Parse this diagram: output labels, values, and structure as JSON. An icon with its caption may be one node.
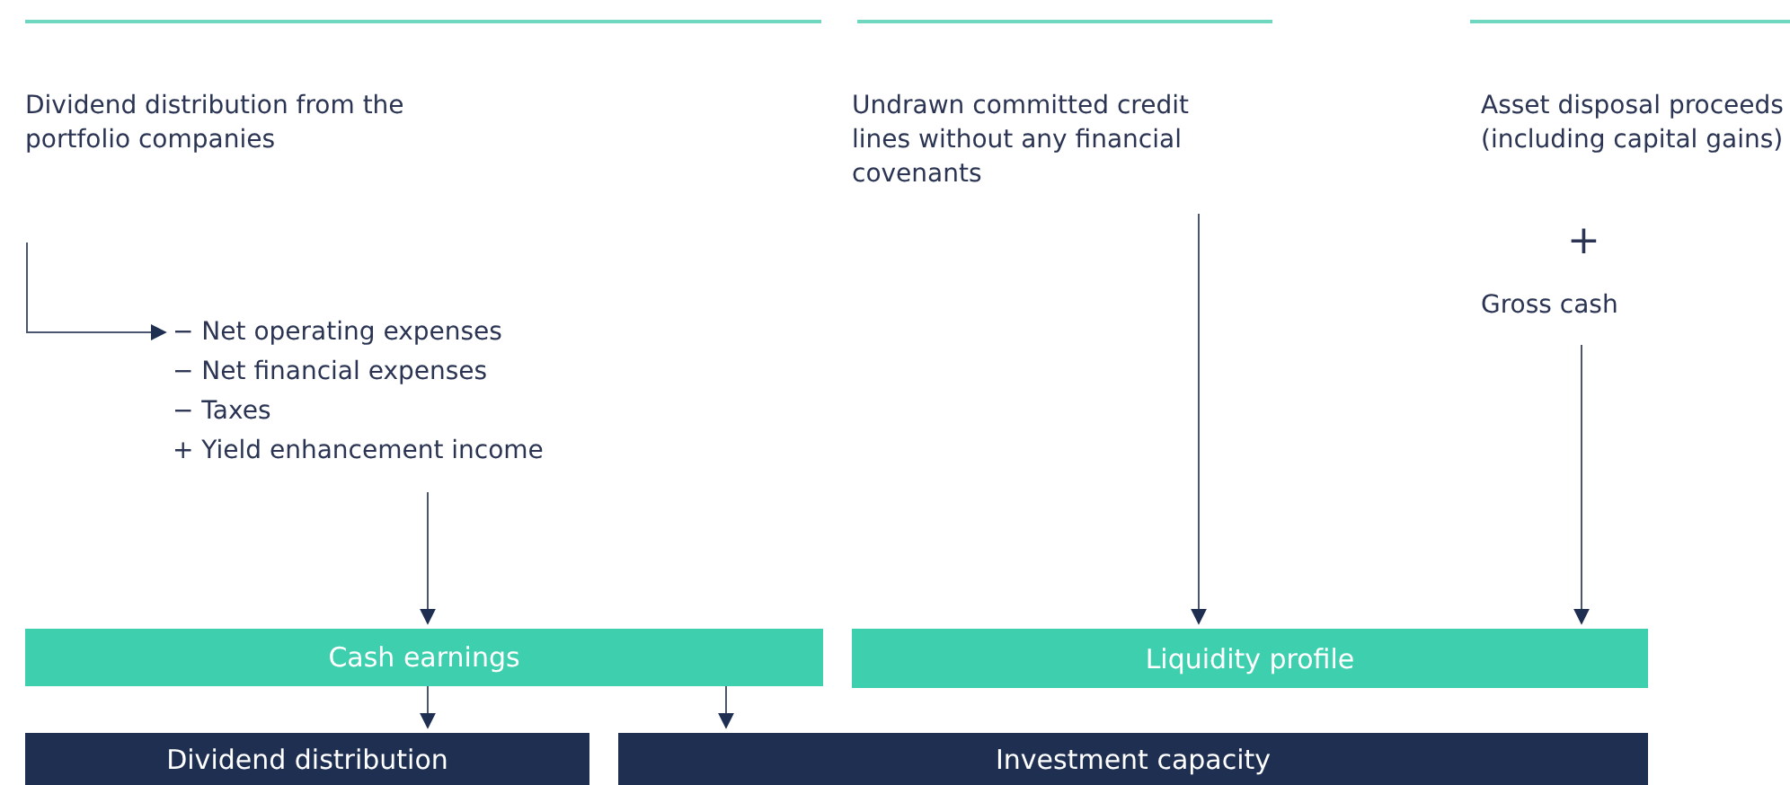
{
  "diagram": {
    "nodes": [
      {
        "text": [
          "Dividend distribution from the portfolio companies"
        ]
      },
      {
        "text": [
          "− Net operating expenses",
          "− Net financial expenses",
          "− Taxes",
          "+ Yield enhancement income"
        ]
      },
      {
        "text": [
          "Undrawn committed credit lines without any financial covenants"
        ]
      },
      {
        "text": [
          "Asset disposal proceeds (including capital gains)"
        ]
      },
      {
        "text": [
          "Gross cash"
        ]
      },
      {
        "text": [
          "Cash earnings"
        ]
      },
      {
        "text": [
          "Liquidity profile"
        ]
      },
      {
        "text": [
          "Dividend distribution"
        ]
      },
      {
        "text": [
          "Investment capacity"
        ]
      }
    ],
    "edges": [
      {
        "from": 0,
        "to": 1,
        "arrow": "to"
      },
      {
        "from": 1,
        "to": 5,
        "arrow": "to"
      },
      {
        "from": 2,
        "to": 6,
        "arrow": "to"
      },
      {
        "from": 4,
        "to": 6,
        "arrow": "to"
      },
      {
        "from": 5,
        "to": 7,
        "arrow": "to"
      },
      {
        "from": 5,
        "to": 8,
        "arrow": "to"
      }
    ],
    "labels": [
      "+"
    ]
  }
}
